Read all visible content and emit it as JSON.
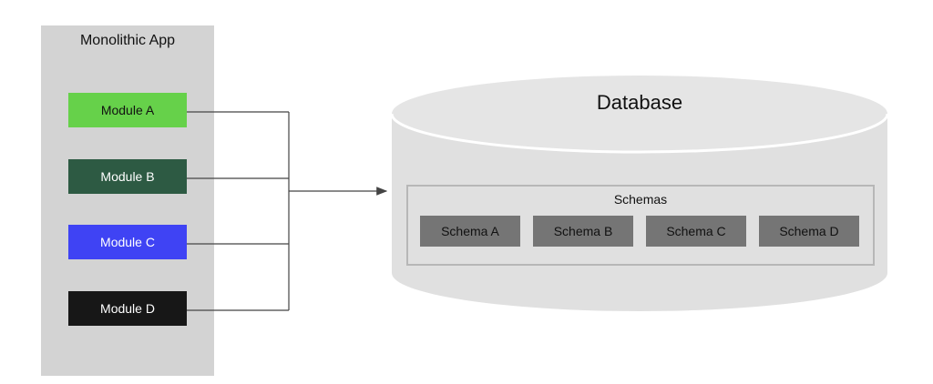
{
  "app": {
    "title": "Monolithic App",
    "modules": [
      {
        "label": "Module A",
        "color": "#66d14a"
      },
      {
        "label": "Module B",
        "color": "#2d5a43"
      },
      {
        "label": "Module C",
        "color": "#3f43f4"
      },
      {
        "label": "Module D",
        "color": "#171717"
      }
    ]
  },
  "database": {
    "title": "Database",
    "schemas_label": "Schemas",
    "schemas": [
      {
        "label": "Schema A"
      },
      {
        "label": "Schema B"
      },
      {
        "label": "Schema C"
      },
      {
        "label": "Schema D"
      }
    ]
  }
}
